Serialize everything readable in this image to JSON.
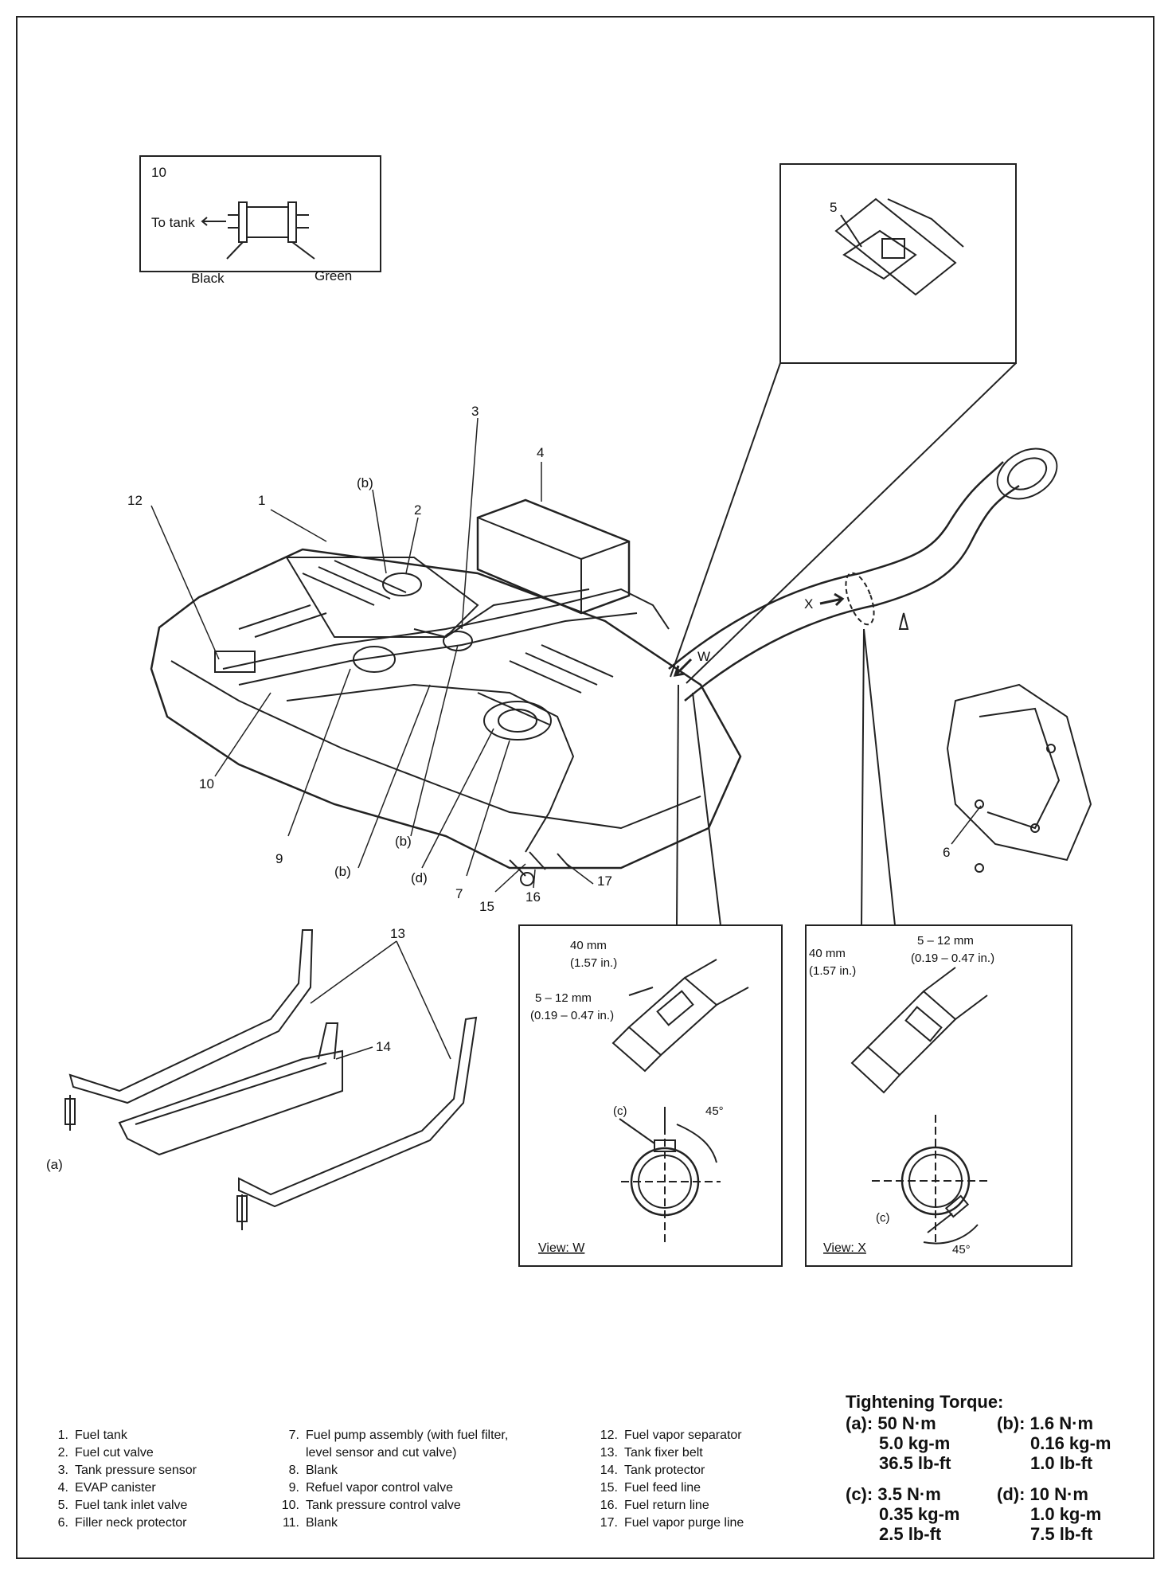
{
  "inset_top": {
    "number": "10",
    "to_tank": "To tank",
    "black": "Black",
    "green": "Green"
  },
  "inset_view5": {
    "callout": "5"
  },
  "callouts": {
    "c1": "1",
    "c2": "2",
    "c3": "3",
    "c4": "4",
    "c6": "6",
    "c7": "7",
    "c9": "9",
    "c10": "10",
    "c12": "12",
    "c13": "13",
    "c14": "14",
    "c15": "15",
    "c16": "16",
    "c17": "17",
    "b1": "(b)",
    "b2": "(b)",
    "b3": "(b)",
    "d": "(d)",
    "a": "(a)",
    "arrow_w": "W",
    "arrow_x": "X"
  },
  "view_w": {
    "dim1": "40 mm",
    "dim1_in": "(1.57 in.)",
    "dim2": "5 – 12 mm",
    "dim2_in": "(0.19 – 0.47 in.)",
    "c_label": "(c)",
    "angle": "45°",
    "caption": "View: W"
  },
  "view_x": {
    "dim1": "40 mm",
    "dim1_in": "(1.57 in.)",
    "dim2": "5 – 12 mm",
    "dim2_in": "(0.19 – 0.47 in.)",
    "c_label": "(c)",
    "angle": "45°",
    "caption": "View: X"
  },
  "legend": {
    "col1": [
      {
        "num": "1.",
        "text": "Fuel tank"
      },
      {
        "num": "2.",
        "text": "Fuel cut valve"
      },
      {
        "num": "3.",
        "text": "Tank pressure sensor"
      },
      {
        "num": "4.",
        "text": "EVAP canister"
      },
      {
        "num": "5.",
        "text": "Fuel tank inlet valve"
      },
      {
        "num": "6.",
        "text": "Filler neck protector"
      }
    ],
    "col2": [
      {
        "num": "7.",
        "text": "Fuel pump assembly (with fuel filter,"
      },
      {
        "num": "",
        "text": "level sensor and cut valve)"
      },
      {
        "num": "8.",
        "text": "Blank"
      },
      {
        "num": "9.",
        "text": "Refuel vapor control valve"
      },
      {
        "num": "10.",
        "text": "Tank pressure control valve"
      },
      {
        "num": "11.",
        "text": "Blank"
      }
    ],
    "col3": [
      {
        "num": "12.",
        "text": "Fuel vapor separator"
      },
      {
        "num": "13.",
        "text": "Tank fixer belt"
      },
      {
        "num": "14.",
        "text": "Tank protector"
      },
      {
        "num": "15.",
        "text": "Fuel feed line"
      },
      {
        "num": "16.",
        "text": "Fuel return line"
      },
      {
        "num": "17.",
        "text": "Fuel vapor purge line"
      }
    ]
  },
  "torque": {
    "title": "Tightening Torque:",
    "a": {
      "label": "(a):",
      "nm": "50 N·m",
      "kgm": "5.0 kg-m",
      "lbft": "36.5 lb-ft"
    },
    "b": {
      "label": "(b):",
      "nm": "1.6 N·m",
      "kgm": "0.16 kg-m",
      "lbft": "1.0 lb-ft"
    },
    "c": {
      "label": "(c):",
      "nm": "3.5 N·m",
      "kgm": "0.35 kg-m",
      "lbft": "2.5 lb-ft"
    },
    "d": {
      "label": "(d):",
      "nm": "10 N·m",
      "kgm": "1.0 kg-m",
      "lbft": "7.5 lb-ft"
    }
  }
}
